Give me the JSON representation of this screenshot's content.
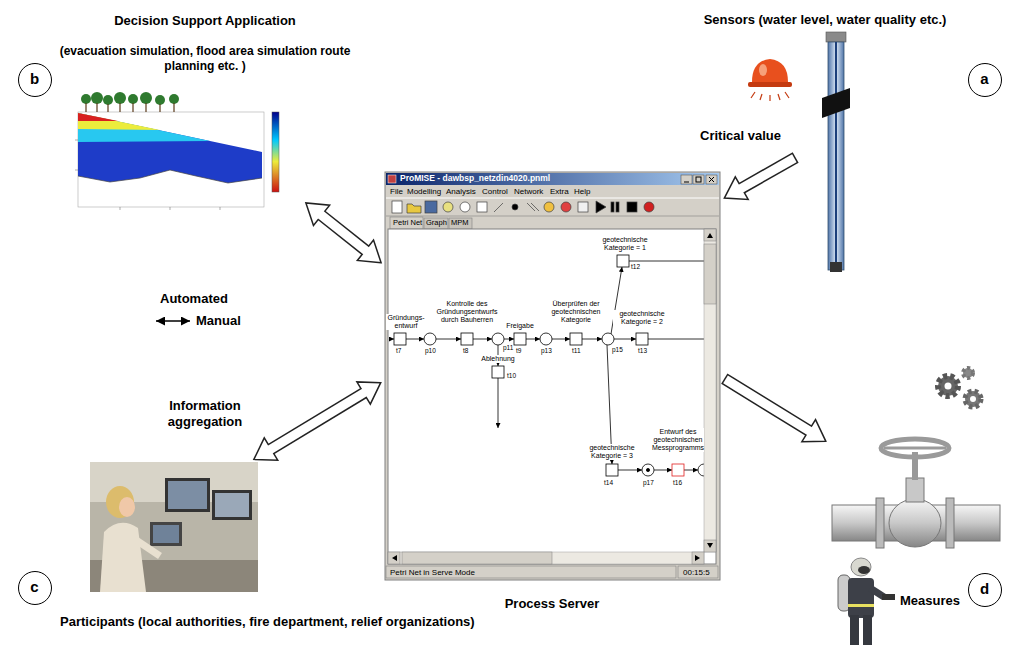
{
  "diagram": {
    "nodes": [
      {
        "text": [
          "Decision Support Application",
          "(evacuation simulation, flood area simulation route planning etc. )"
        ]
      },
      {
        "text": [
          "Sensors (water level, water quality etc.)"
        ]
      },
      {
        "text": [
          "b"
        ]
      },
      {
        "text": [
          "a"
        ]
      },
      {
        "text": [
          "Process Server"
        ]
      },
      {
        "text": [
          "c"
        ]
      },
      {
        "text": [
          "d"
        ]
      },
      {
        "text": [
          "Participants (local authorities, fire department, relief organizations)"
        ]
      },
      {
        "text": [
          "Measures"
        ]
      }
    ],
    "edges": [
      {
        "from": 0,
        "to": 4,
        "arrow": "both"
      },
      {
        "from": 1,
        "to": 4,
        "label": "Critical value",
        "arrow": "to"
      },
      {
        "from": 4,
        "to": 7,
        "label": "Information aggregation",
        "arrow": "both"
      },
      {
        "from": 4,
        "to": 8,
        "arrow": "to"
      }
    ],
    "labels": [
      "Automated",
      "Manual",
      "ProMISE - dawbsp_netzdin4020.pnml",
      "File",
      "Modelling",
      "Analysis",
      "Control",
      "Network",
      "Extra",
      "Help",
      "Petri Net",
      "Graph",
      "MPM",
      "geotechnische Kategorie = 1",
      "t12",
      "Gründungs- entwurf",
      "Kontrolle des Gründungsentwurfs durch Bauherren",
      "Überprüfen der geotechnischen Kategorie",
      "geotechnische Kategorie = 2",
      "Freigabe",
      "t7",
      "p10",
      "t8",
      "p11",
      "t9",
      "p13",
      "t11",
      "p15",
      "t13",
      "Ablehnung",
      "t10",
      "Entwurf des geotechnischen Messprogramms",
      "geotechnische Kategorie = 3",
      "t14",
      "p17",
      "t16",
      "Petri Net in Serve Mode",
      "00:15:5"
    ]
  }
}
